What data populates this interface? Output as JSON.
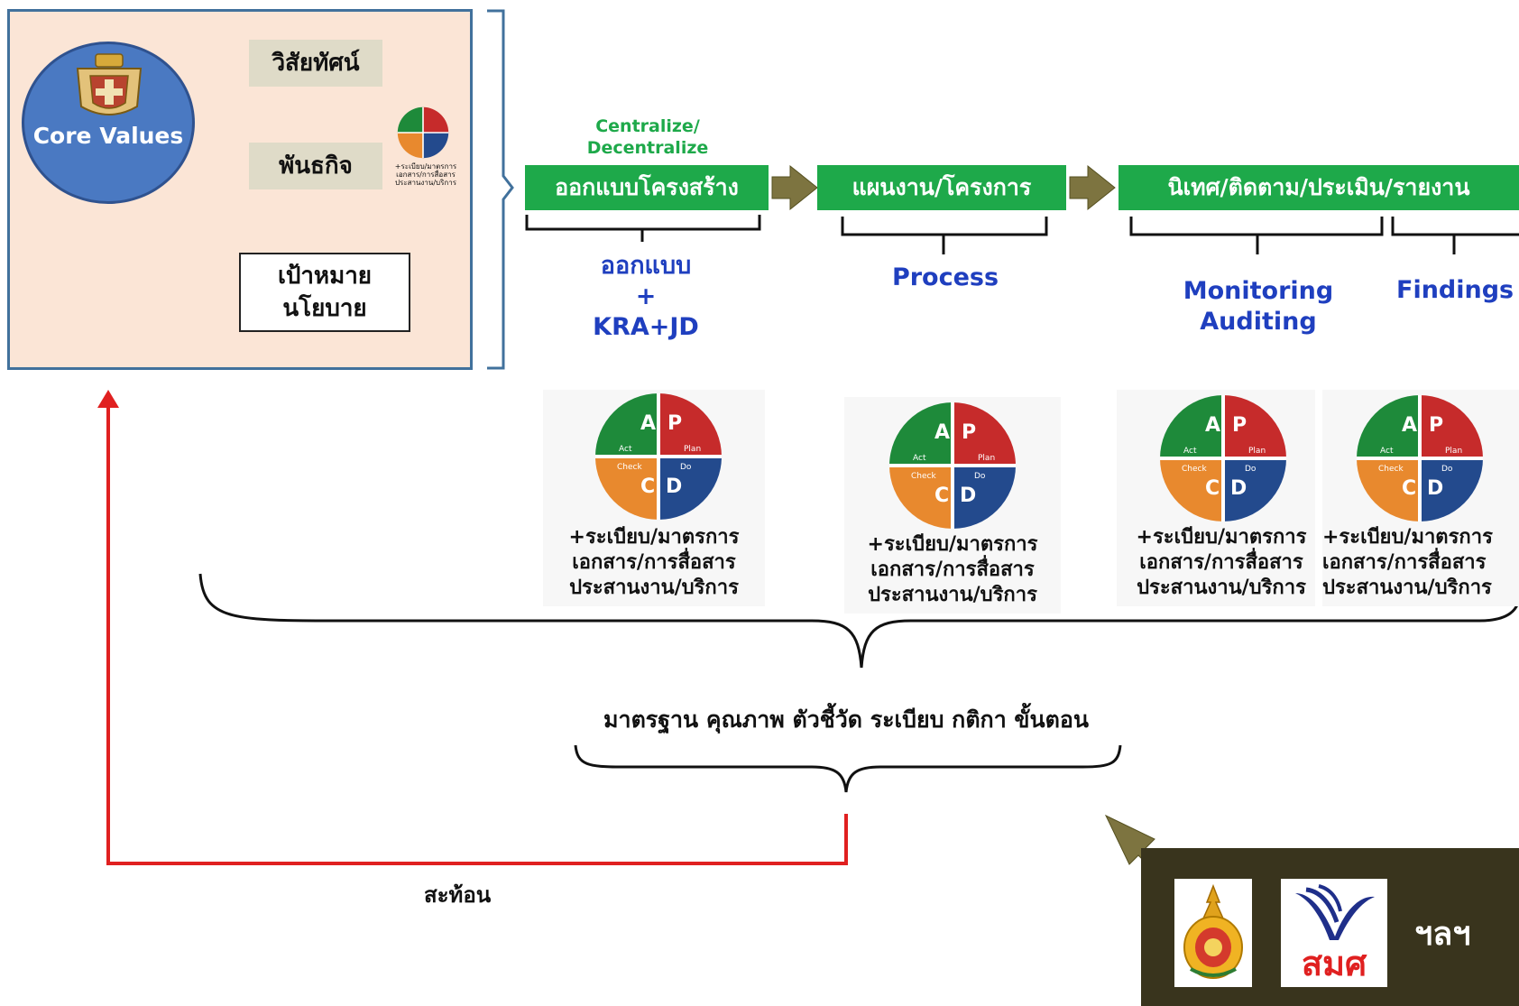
{
  "left_panel": {
    "core_values": "Core Values",
    "vision": "วิสัยทัศน์",
    "mission": "พันธกิจ",
    "goal": [
      "เป้าหมาย",
      "นโยบาย"
    ],
    "mini_caption": [
      "+ระเบียบ/มาตรการ",
      "เอกสาร/การสื่อสาร",
      "ประสานงาน/บริการ"
    ]
  },
  "centralize_label": [
    "Centralize/",
    "Decentralize"
  ],
  "flow": {
    "step1": "ออกแบบโครงสร้าง",
    "step2": "แผนงาน/โครงการ",
    "step3": "นิเทศ/ติดตาม/ประเมิน/รายงาน"
  },
  "labels": {
    "design": [
      "ออกแบบ",
      "+",
      "KRA+JD"
    ],
    "process": "Process",
    "monitoring": [
      "Monitoring",
      "Auditing"
    ],
    "findings": "Findings"
  },
  "pdca": {
    "letters": {
      "p": "P",
      "d": "D",
      "c": "C",
      "a": "A"
    },
    "words": {
      "plan": "Plan",
      "do": "Do",
      "check": "Check",
      "act": "Act"
    },
    "colors": {
      "plan": "#c62b2b",
      "do": "#234a8d",
      "check": "#e8892e",
      "act": "#1e8a3a"
    }
  },
  "pdca_caption": [
    "+ระเบียบ/มาตรการ",
    "เอกสาร/การสื่อสาร",
    "ประสานงาน/บริการ"
  ],
  "standards": "มาตรฐาน คุณภาพ ตัวชี้วัด ระเบียบ กติกา ขั้นตอน",
  "reflect": "สะท้อน",
  "logos": {
    "onesqa_text": "สมศ",
    "etc": "ฯลฯ"
  },
  "colors": {
    "green": "#1ea94a",
    "arrow": "#7d7440",
    "blue_text": "#1f3fbf",
    "feedback_red": "#e02020",
    "circle_blue": "#4a79c2",
    "panel_bg": "#fbe5d6"
  }
}
